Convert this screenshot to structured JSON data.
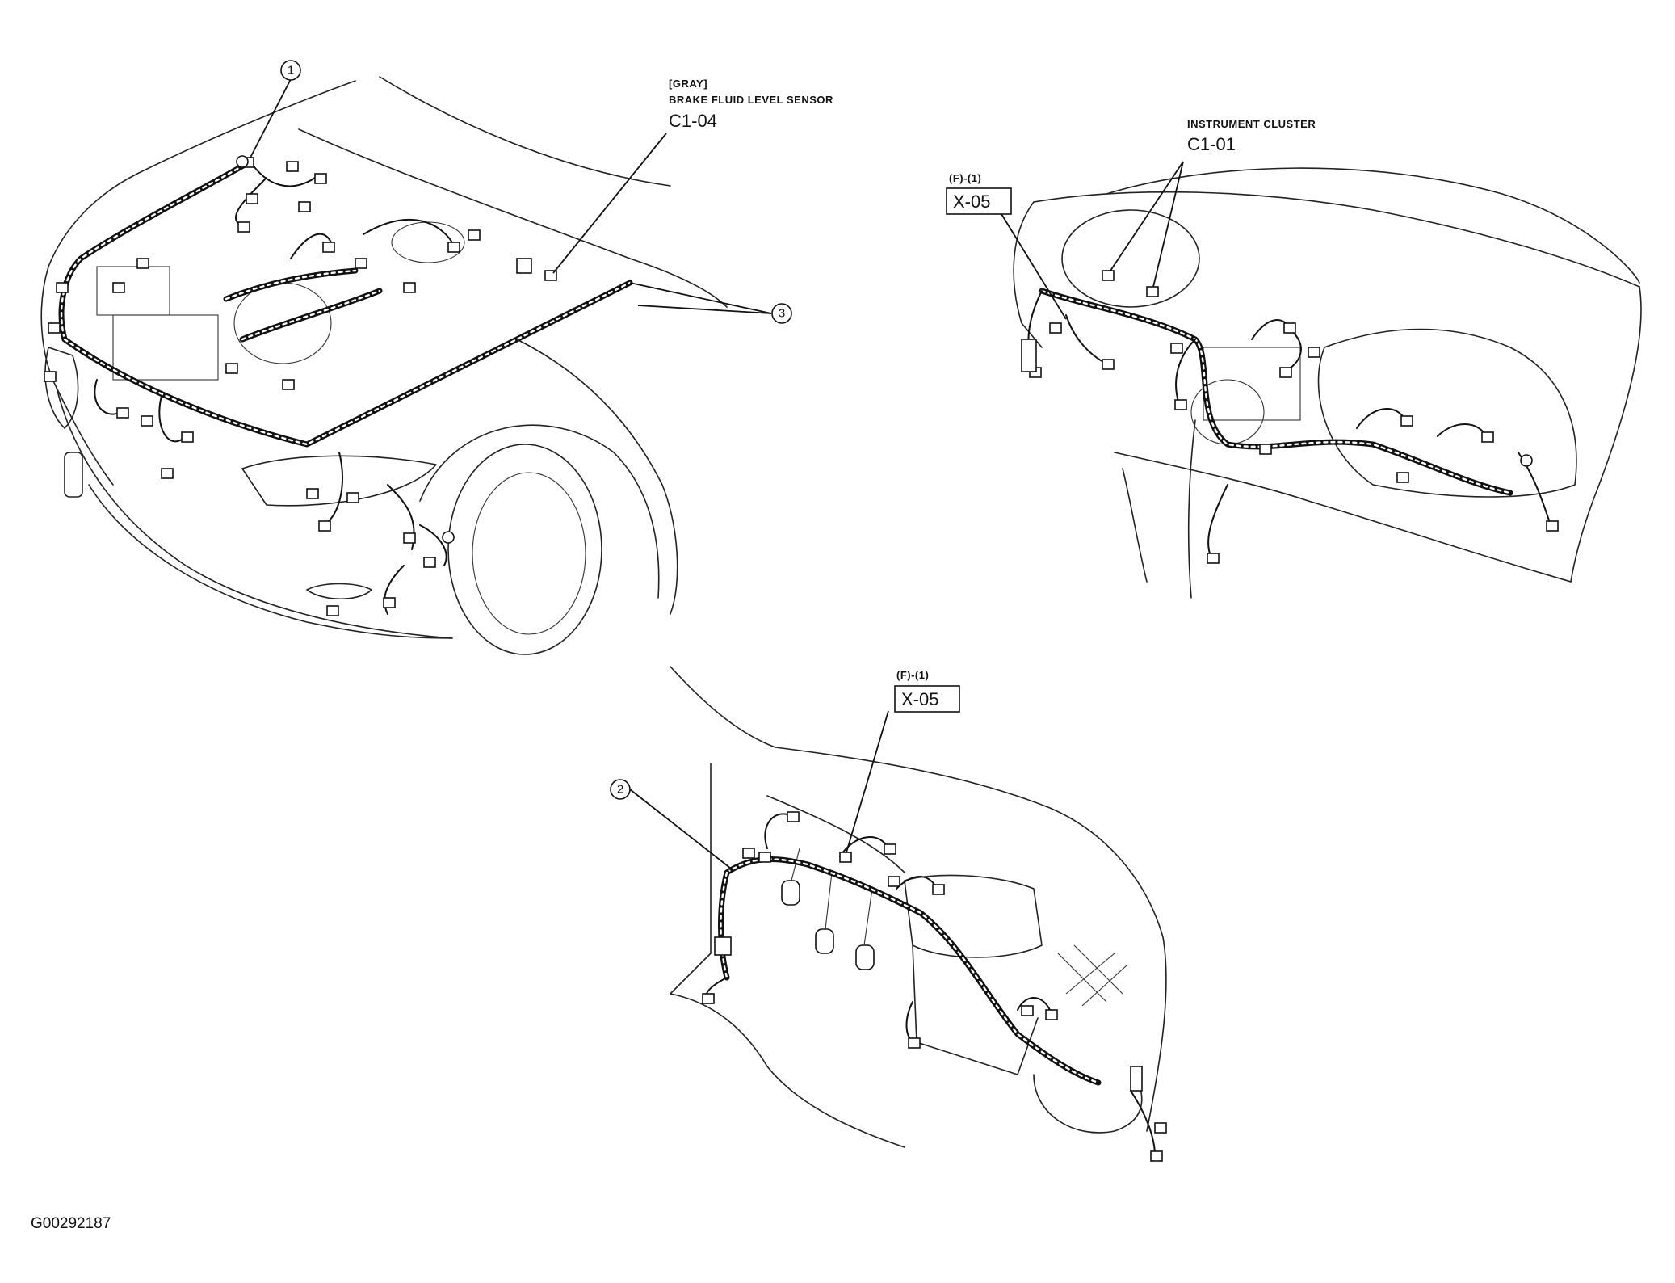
{
  "figure_id": "G00292187",
  "engine_view": {
    "callouts": [
      "1",
      "3"
    ],
    "connector_labels": {
      "color": "[GRAY]",
      "name": "BRAKE FLUID LEVEL SENSOR",
      "code": "C1-04"
    }
  },
  "dashboard_view": {
    "connector_labels": {
      "name": "INSTRUMENT CLUSTER",
      "code": "C1-01"
    },
    "junction": {
      "ref": "(F)-(1)",
      "code": "X-05"
    }
  },
  "footwell_view": {
    "callouts": [
      "2"
    ],
    "junction": {
      "ref": "(F)-(1)",
      "code": "X-05"
    }
  }
}
